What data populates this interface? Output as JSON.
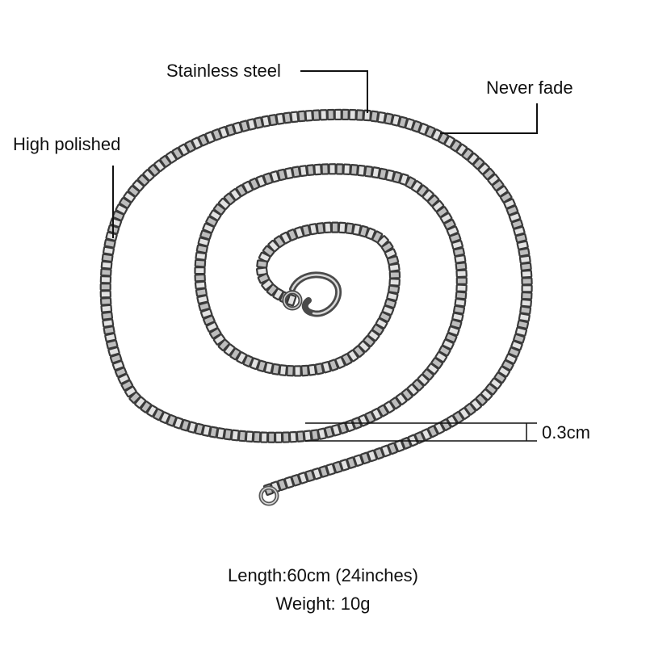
{
  "annotations": {
    "material": "Stainless steel",
    "durability": "Never fade",
    "finish": "High polished",
    "chain_width": "0.3cm"
  },
  "specs": {
    "length": "Length:60cm (24inches)",
    "weight": "Weight: 10g"
  },
  "colors": {
    "background": "#ffffff",
    "text": "#111111",
    "chain_dark": "#3a3a3a",
    "chain_light": "#e2e2e2",
    "leader_line": "#111111"
  },
  "icons": {
    "chain": "box-chain-necklace-photo",
    "clasp": "lobster-clasp",
    "end_ring": "jump-ring"
  }
}
